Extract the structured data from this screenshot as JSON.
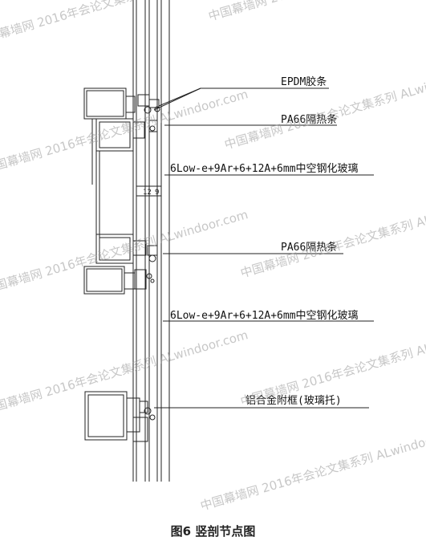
{
  "callouts": {
    "epdm": "EPDM胶条",
    "pa66_top": "PA66隔热条",
    "glass_top": "6Low-e+9Ar+6+12A+6mm中空钢化玻璃",
    "pa66_mid": "PA66隔热条",
    "glass_mid": "6Low-e+9Ar+6+12A+6mm中空钢化玻璃",
    "sub_frame": "铝合金附框(玻璃托)"
  },
  "dimension_labels": {
    "dim_12": "12",
    "dim_9": "9"
  },
  "caption": "图6 竖剖节点图",
  "watermark": "中国幕墙网 2016年会论文集系列 ALwindoor.com"
}
